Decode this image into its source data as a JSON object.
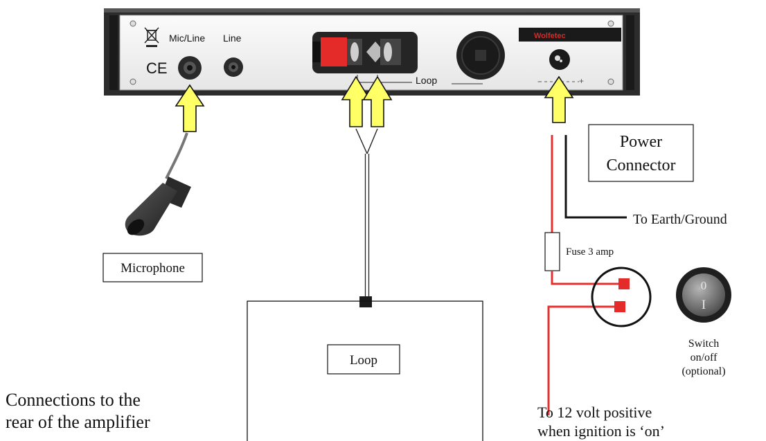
{
  "panel": {
    "mic_line_label": "Mic/Line",
    "line_label": "Line",
    "ce_mark": "CE",
    "loop_label": "Loop",
    "brand": "Wolfetec"
  },
  "labels": {
    "power_connector_line1": "Power",
    "power_connector_line2": "Connector",
    "earth": "To Earth/Ground",
    "fuse": "Fuse 3 amp",
    "microphone": "Microphone",
    "loop_box": "Loop",
    "switch_line1": "Switch",
    "switch_line2": "on/off",
    "switch_line3": "(optional)",
    "switch_top_symbol": "0",
    "switch_bottom_symbol": "I",
    "positive_line1": "To 12 volt positive",
    "positive_line2": "when ignition is ‘on’",
    "caption_line1": "Connections to the",
    "caption_line2": "rear of the amplifier"
  },
  "colors": {
    "arrow_fill": "#ffff66",
    "wire_red": "#e53030",
    "wire_black": "#111111",
    "panel_dark": "#2c2c2c",
    "terminal_red": "#e52a2a"
  },
  "icons": {
    "weee": "crossed-bin-icon",
    "microphone": "microphone-icon"
  }
}
